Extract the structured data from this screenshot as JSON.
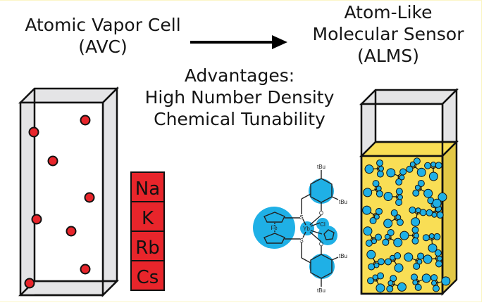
{
  "left_title": [
    "Atomic Vapor Cell",
    "(AVC)"
  ],
  "right_title": [
    "Atom-Like",
    "Molecular Sensor",
    "(ALMS)"
  ],
  "advantages": {
    "heading": "Advantages:",
    "items": [
      "High Number Density",
      "Chemical Tunability"
    ]
  },
  "alkali_elements": [
    "Na",
    "K",
    "Rb",
    "Cs"
  ],
  "molecule_labels": {
    "metal_center": "Yb",
    "ferrocene_metal": "Fe",
    "sulfur": "S",
    "oxygen": "O",
    "chloride": "Cl",
    "tert_butyl": "tBu"
  },
  "colors": {
    "atom_red": "#e8252b",
    "element_red": "#e8252b",
    "molecule_blue": "#1fb0e6",
    "liquid_yellow": "#f9de55",
    "liquid_side": "#e3c846",
    "glass_gray": "#e4e4e6",
    "frame_yellow": "#fbf6c8"
  }
}
